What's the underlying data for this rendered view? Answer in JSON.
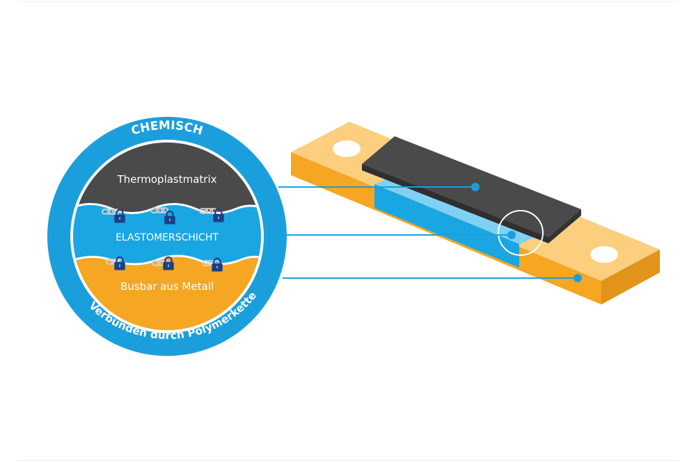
{
  "diagram": {
    "ring_title": "CHEMISCH",
    "ring_subtitle": "Verbunden durch Polymerkette",
    "layers": {
      "top": "Thermoplastmatrix",
      "middle": "ELASTOMERSCHICHT",
      "bottom": "Busbar aus Metall"
    }
  },
  "colors": {
    "ring_blue": "#1a9fdc",
    "thermoplast": "#4a4a4a",
    "elastomer": "#1aa6e2",
    "metal_orange": "#f5a623",
    "metal_light": "#fbcf7e",
    "lock_navy": "#1d3f86",
    "chain_grey": "#c8c8c8"
  }
}
